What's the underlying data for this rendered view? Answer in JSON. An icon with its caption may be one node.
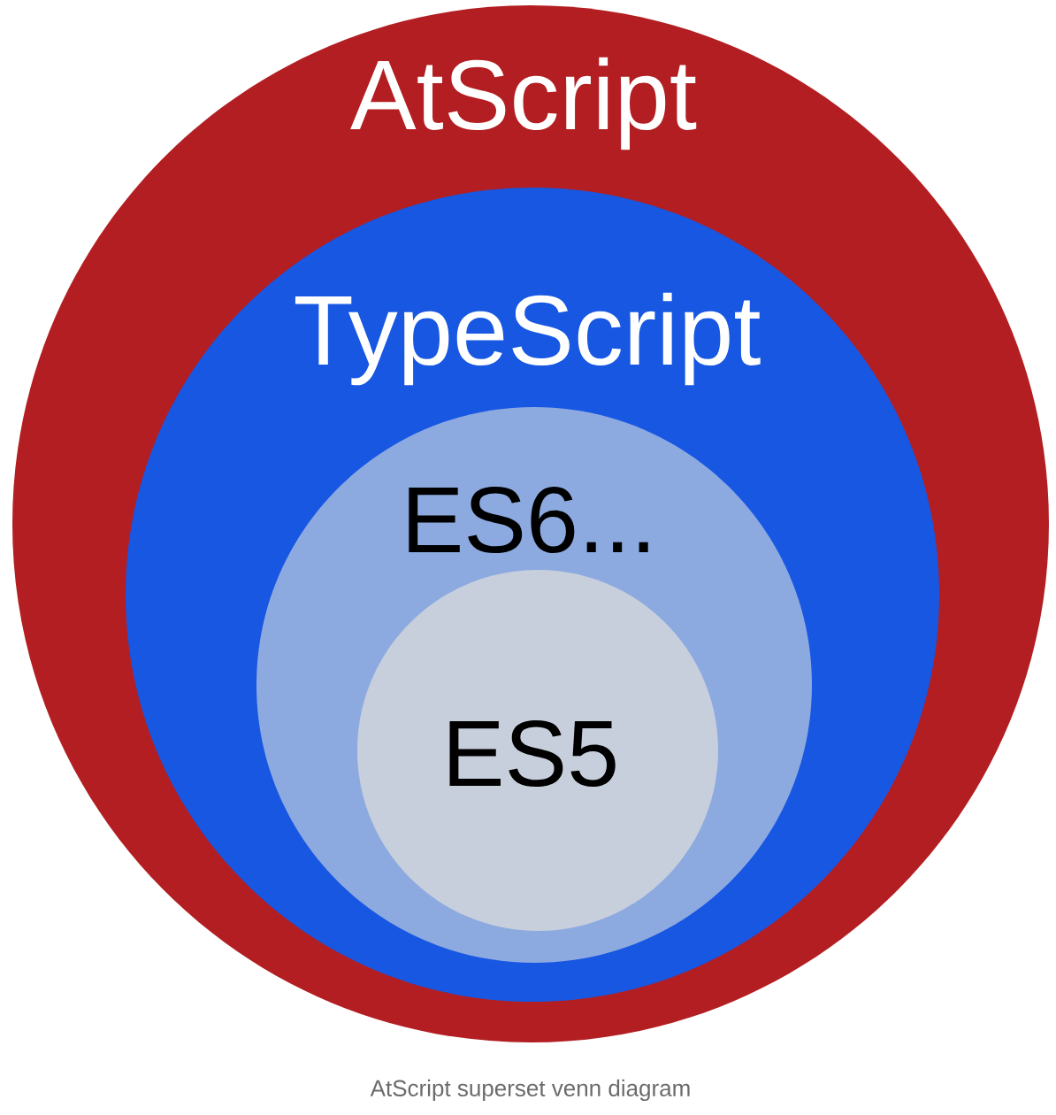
{
  "diagram": {
    "caption": "AtScript superset venn diagram",
    "nodes": [
      {
        "text": [
          "AtScript"
        ]
      },
      {
        "text": [
          "TypeScript"
        ],
        "in": 0
      },
      {
        "text": [
          "ES6..."
        ],
        "in": 1
      },
      {
        "text": [
          "ES5"
        ],
        "in": 2
      }
    ]
  }
}
